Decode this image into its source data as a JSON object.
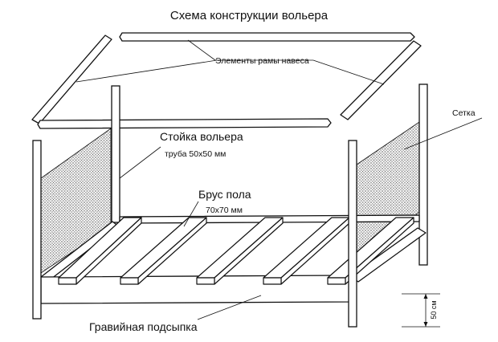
{
  "diagram": {
    "title": "Схема конструкции вольера",
    "labels": {
      "roof_frame": "Элементы рамы навеса",
      "mesh": "Сетка",
      "post": "Стойка вольера",
      "post_spec": "труба 50х50 мм",
      "floor_beam": "Брус пола",
      "floor_beam_spec": "70х70 мм",
      "gravel": "Гравийная подсыпка",
      "height_dim": "50 см"
    },
    "colors": {
      "line": "#111111",
      "fill": "#ffffff",
      "mesh": "#555555"
    }
  }
}
